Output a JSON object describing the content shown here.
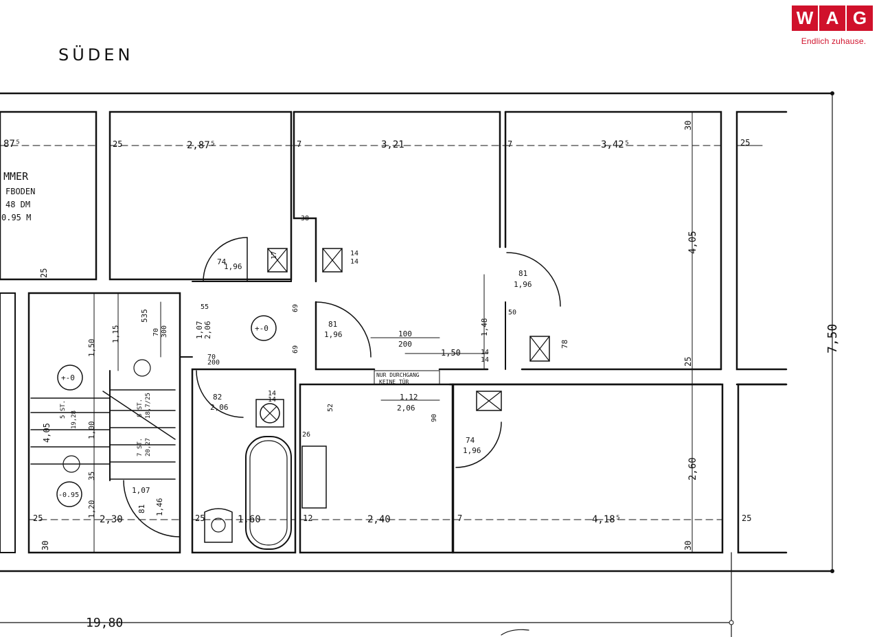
{
  "logo": {
    "letters": [
      "W",
      "A",
      "G"
    ],
    "tagline": "Endlich zuhause."
  },
  "compass": "SÜDEN",
  "rooms": {
    "left_room": {
      "name": "MMER",
      "floor": "FBODEN",
      "line1": "48 DM",
      "line2": "0.95 M"
    }
  },
  "level_marks": [
    "+-0",
    "+-0",
    "-0.95"
  ],
  "stairs": {
    "flight1": "5 ST.",
    "flight1_dims": "19,28",
    "flight2": "8 ST.",
    "flight2_dims": "18,7/25",
    "flight3": "7 ST.",
    "flight3_dims": "20,27"
  },
  "notes": {
    "passage_1": "NUR DURCHGANG",
    "passage_2": "KEINE TÜR"
  },
  "dimensions": {
    "top": [
      "87⁵",
      "25",
      "2,87⁵",
      "7",
      "3,21",
      "7",
      "3,42⁵",
      "25"
    ],
    "bottom": [
      "25",
      "2,30",
      "25",
      "1,60",
      "12",
      "2,40",
      "7",
      "4,18⁵",
      "25"
    ],
    "total_width": "19,80",
    "total_height": "7,50",
    "right_upper": "4,05",
    "right_lower": "2,60",
    "wall_30_a": "30",
    "wall_30_b": "30",
    "wall_25_a": "25",
    "wall_25_b": "25",
    "wall_30_c": "30",
    "left_25": "25",
    "door_74_196": "74",
    "door_74_196b": "1,96",
    "door_81_196": "81",
    "door_81_196b": "1,96",
    "door_81_196c": "81",
    "door_81_196d": "1,96",
    "door_82_206": "82",
    "door_82_206b": "2,06",
    "door_74b": "74",
    "door_74b2": "1,96",
    "door_112": "1,12",
    "door_112b": "2,06",
    "door_100": "100",
    "door_200": "200",
    "dim_150": "1,50",
    "dim_38": "38",
    "dim_17": "17",
    "dim_14a": "14",
    "dim_14b": "14",
    "dim_14c": "14",
    "dim_14d": "14",
    "dim_14e": "14",
    "dim_14f": "14",
    "dim_55": "55",
    "dim_107": "1,07",
    "dim_206": "2,06",
    "dim_70a": "70",
    "dim_200a": "200",
    "dim_70b": "70",
    "dim_300": "300",
    "dim_535": "535",
    "dim_115": "1,15",
    "dim_150b": "1,50",
    "dim_405": "4,05",
    "dim_100": "1,00",
    "dim_35": "35",
    "dim_120": "1,20",
    "dim_107b": "1,07",
    "dim_81b": "81",
    "dim_146": "1,46",
    "dim_69a": "69",
    "dim_69b": "69",
    "dim_50": "50",
    "dim_148": "1,48",
    "dim_78": "78",
    "dim_52": "52",
    "dim_26": "26",
    "dim_90": "90",
    "dim_30_left": "30"
  }
}
